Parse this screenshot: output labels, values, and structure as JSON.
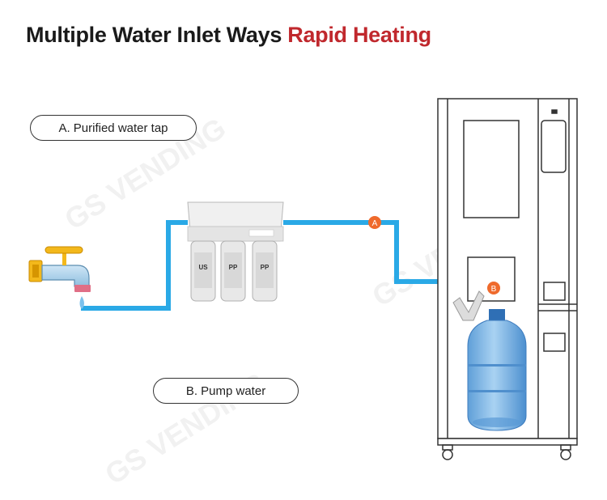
{
  "title": {
    "main": "Multiple Water Inlet Ways",
    "highlight": "Rapid Heating"
  },
  "labels": {
    "option_a": "A. Purified water tap",
    "option_b": "B. Pump water"
  },
  "markers": {
    "a": "A",
    "b": "B"
  },
  "filters": {
    "cartridge_1": "US",
    "cartridge_2": "PP",
    "cartridge_3": "PP"
  },
  "watermark": "GS VENDING",
  "colors": {
    "pipe": "#2aa9e6",
    "marker": "#ef6a2c",
    "highlight": "#c0282d",
    "machine_outline": "#333333"
  },
  "icons": [
    "water-tap-icon",
    "water-filter-icon",
    "vending-machine-icon",
    "water-bottle-icon"
  ]
}
